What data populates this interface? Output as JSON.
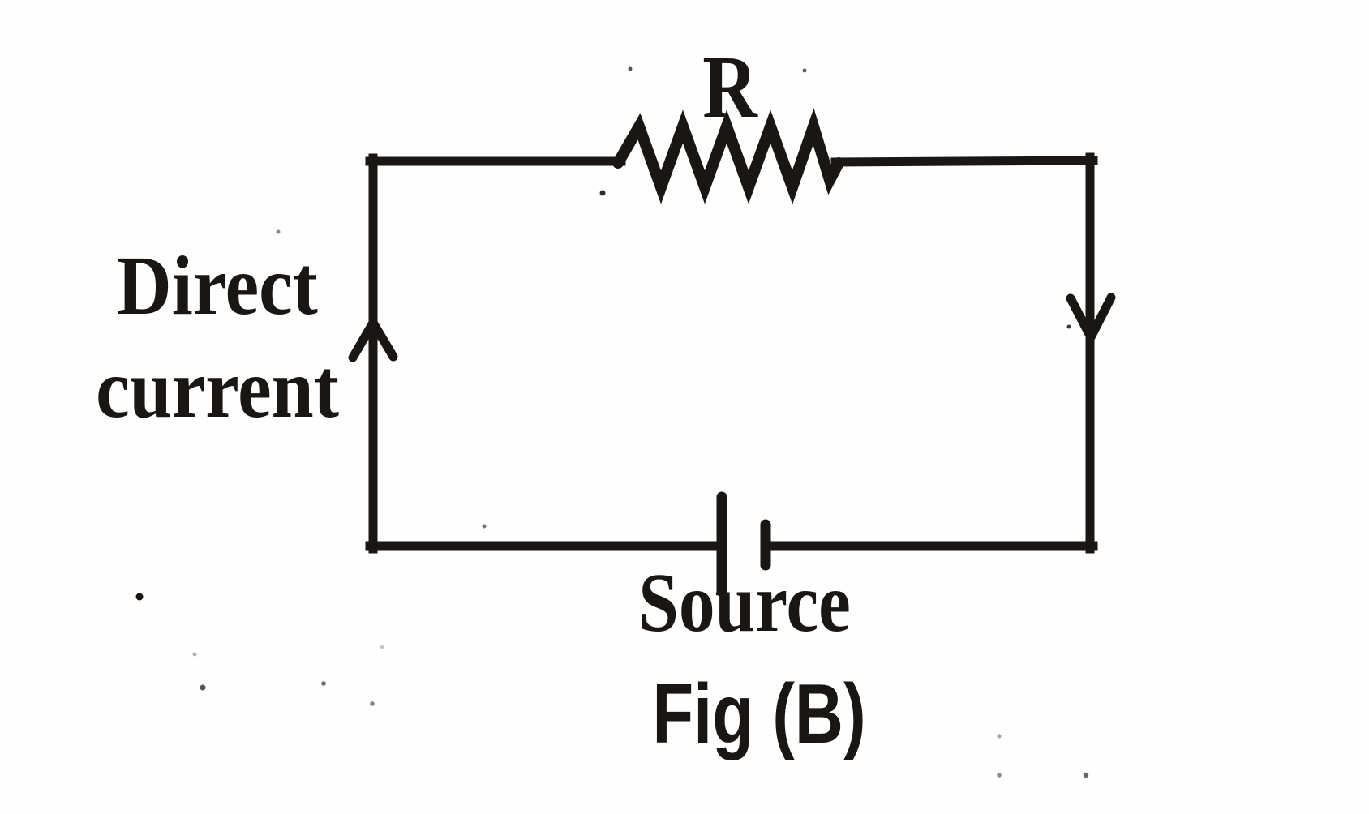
{
  "figure": {
    "caption": "Fig (B)",
    "labels": {
      "resistor": "R",
      "current_line1": "Direct",
      "current_line2": "current",
      "source": "Source"
    },
    "colors": {
      "ink": "#191613",
      "paper": "#fefefe"
    },
    "diagram": {
      "type": "dc-series-circuit",
      "components": [
        "resistor",
        "battery-source"
      ],
      "current_direction": {
        "left_wire": "up",
        "right_wire": "down"
      }
    }
  }
}
